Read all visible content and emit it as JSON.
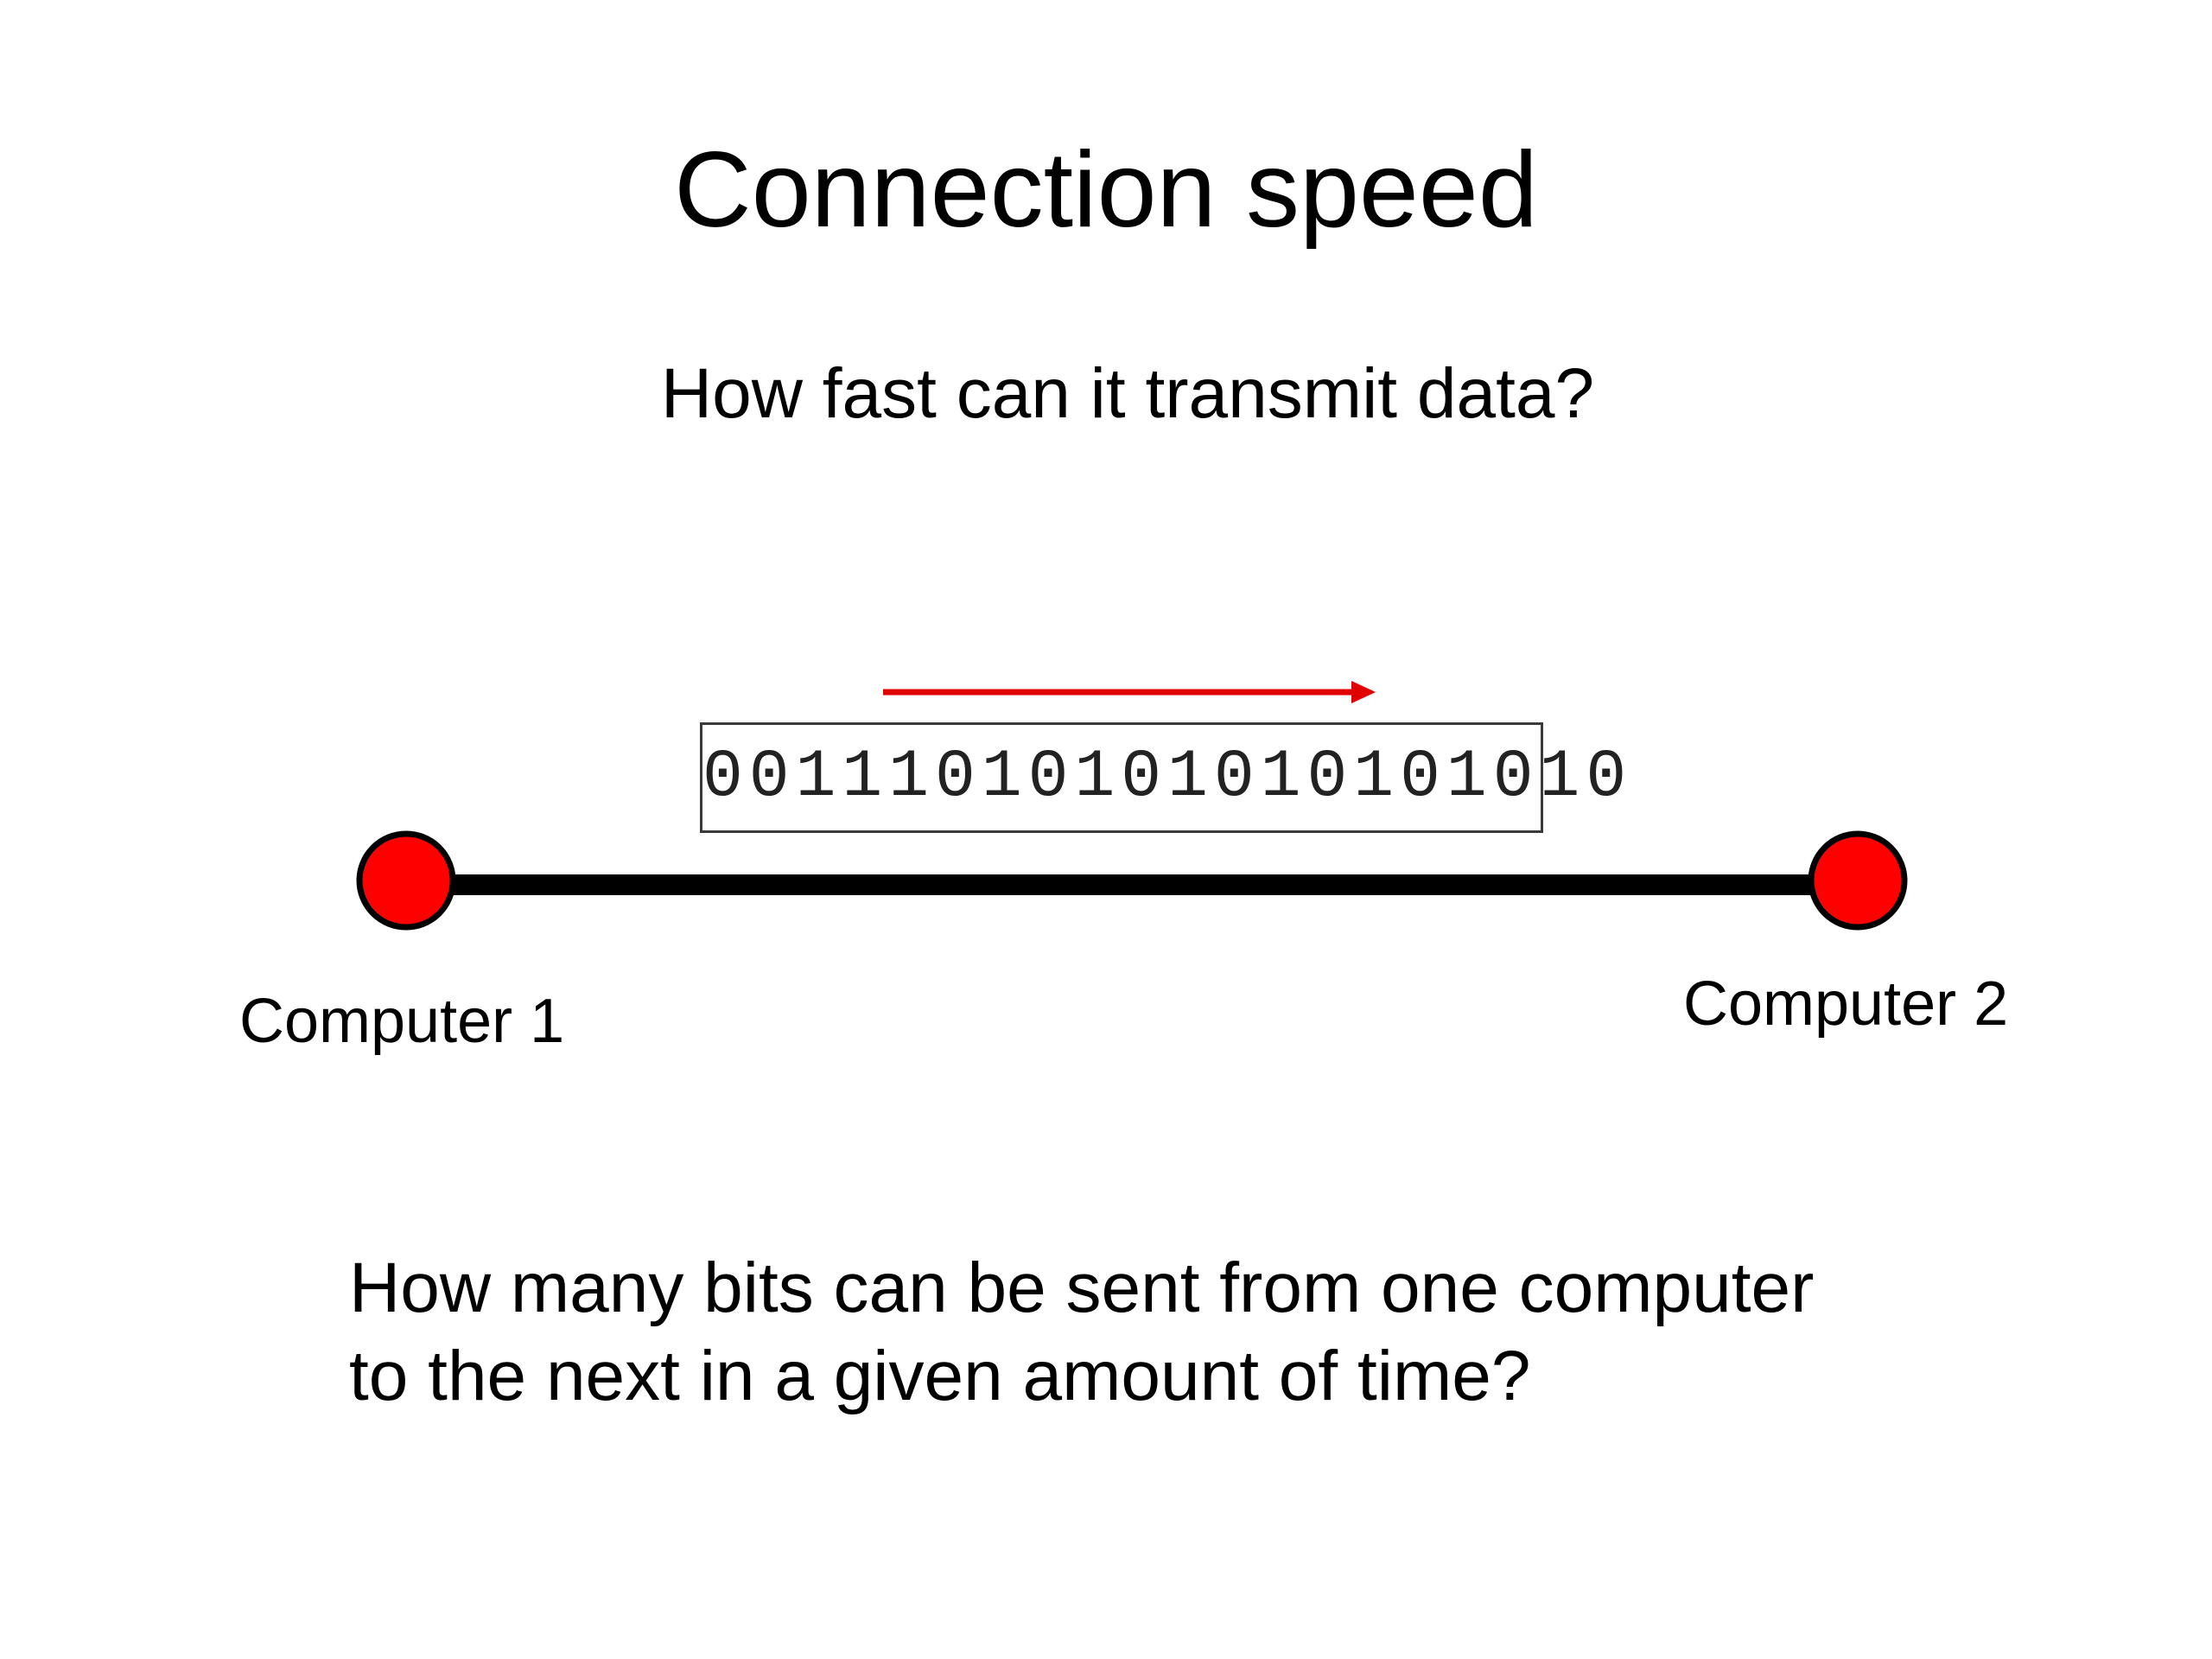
{
  "slide": {
    "title": "Connection speed",
    "subtitle": "How fast can it transmit data?"
  },
  "diagram": {
    "bitstream": "00111010101010101010",
    "nodes": [
      {
        "label": "Computer 1"
      },
      {
        "label": "Computer 2"
      }
    ],
    "colors": {
      "node_fill": "#ff0000",
      "link": "#000000",
      "arrow": "#e00000"
    }
  },
  "question": {
    "line1": "How many bits can be sent from one computer",
    "line2": "to the next in a given amount of time?"
  }
}
